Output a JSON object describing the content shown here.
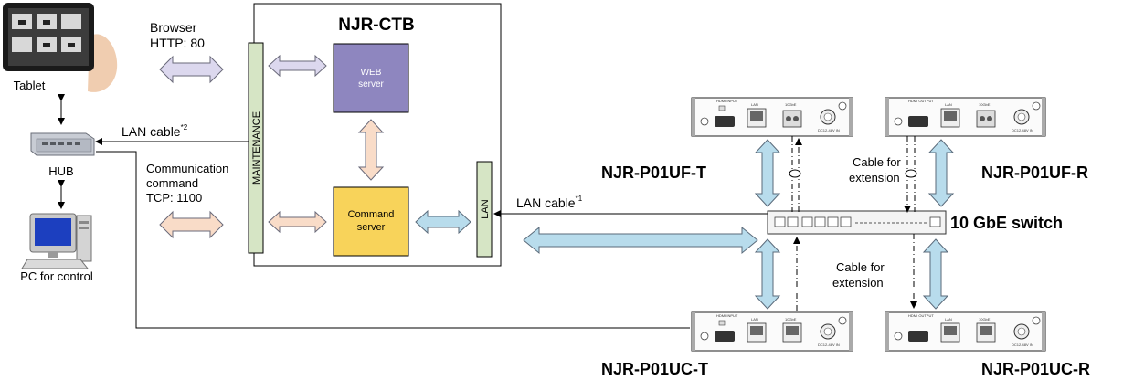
{
  "devices": {
    "tablet": "Tablet",
    "hub": "HUB",
    "pc": "PC for control",
    "ctb_title": "NJR-CTB",
    "maintenance": "MAINTENANCE",
    "lan_port": "LAN",
    "web_server": [
      "WEB",
      "server"
    ],
    "command_server": [
      "Command",
      "server"
    ],
    "switch": "10 GbE switch",
    "uf_t": "NJR-P01UF-T",
    "uf_r": "NJR-P01UF-R",
    "uc_t": "NJR-P01UC-T",
    "uc_r": "NJR-P01UC-R"
  },
  "labels": {
    "browser": [
      "Browser",
      "HTTP: 80"
    ],
    "communication": [
      "Communication",
      "command",
      "TCP: 1100"
    ],
    "lan_cable_2": "LAN cable",
    "lan_cable_2_sup": "*2",
    "lan_cable_1": "LAN cable",
    "lan_cable_1_sup": "*1",
    "cable_ext_top": [
      "Cable for",
      "extension"
    ],
    "cable_ext_bottom": [
      "Cable for",
      "extension"
    ]
  },
  "panel_labels": {
    "hdmi_input": "HDMI INPUT",
    "hdmi_output": "HDMI OUTPUT",
    "lan": "LAN",
    "tengbe": "10GbE",
    "dc": "DC12-48V IN"
  },
  "colors": {
    "web_server": "#8e86bf",
    "command_server": "#f8d35a",
    "port_strip": "#d6e5c5",
    "arrow_purple": "#dcd8ee",
    "arrow_orange": "#f9dcc8",
    "arrow_blue": "#b8dcec"
  }
}
